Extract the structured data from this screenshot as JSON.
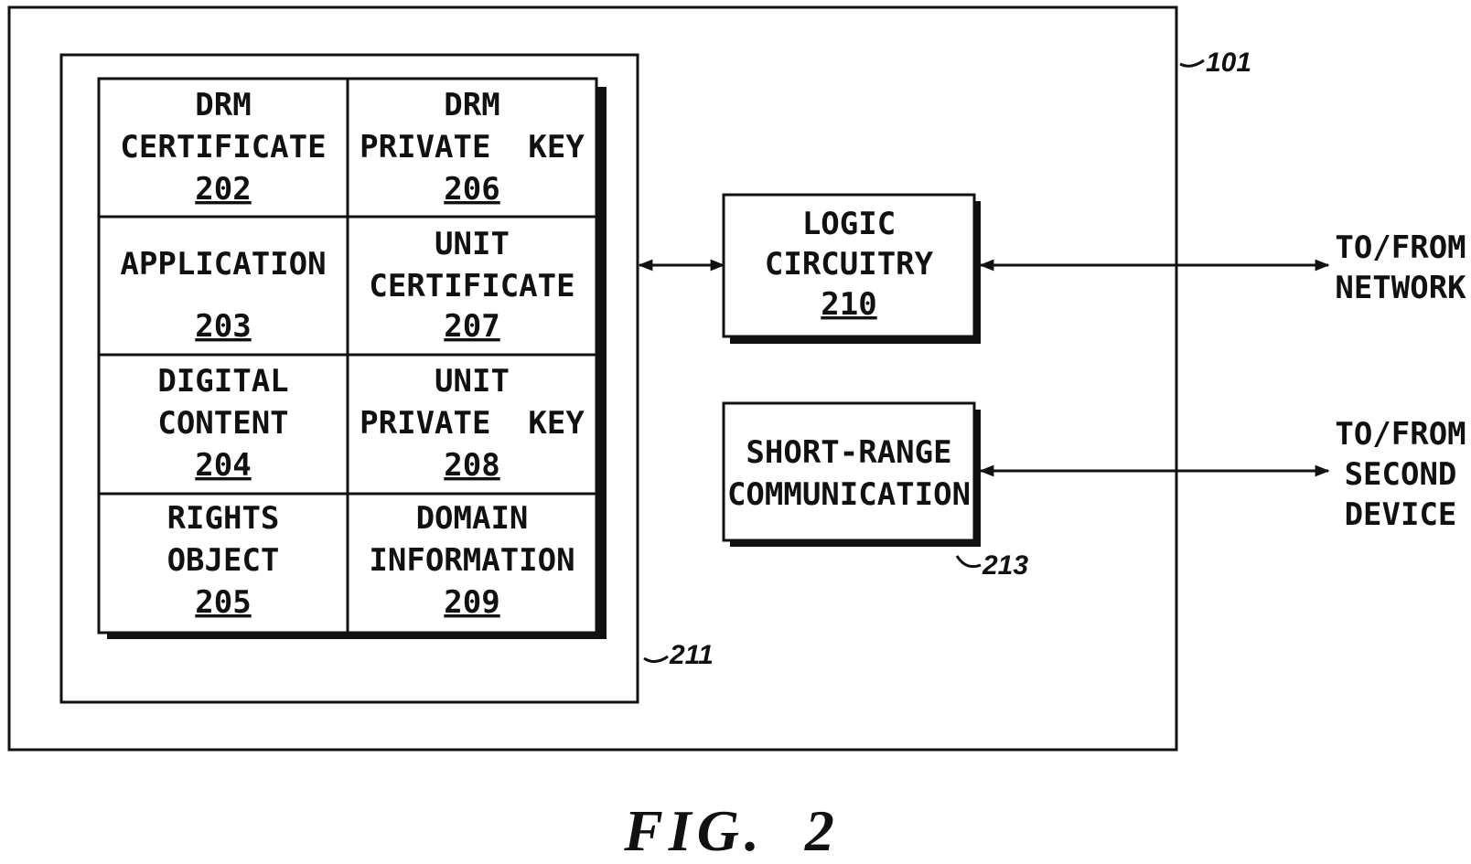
{
  "device": {
    "ref": "101"
  },
  "memory": {
    "ref": "211",
    "cells": [
      {
        "lines": [
          "DRM",
          "CERTIFICATE"
        ],
        "ref": "202"
      },
      {
        "lines": [
          "DRM",
          "PRIVATE  KEY"
        ],
        "ref": "206"
      },
      {
        "lines": [
          "APPLICATION"
        ],
        "ref": "203"
      },
      {
        "lines": [
          "UNIT",
          "CERTIFICATE"
        ],
        "ref": "207"
      },
      {
        "lines": [
          "DIGITAL",
          "CONTENT"
        ],
        "ref": "204"
      },
      {
        "lines": [
          "UNIT",
          "PRIVATE  KEY"
        ],
        "ref": "208"
      },
      {
        "lines": [
          "RIGHTS",
          "OBJECT"
        ],
        "ref": "205"
      },
      {
        "lines": [
          "DOMAIN",
          "INFORMATION"
        ],
        "ref": "209"
      }
    ]
  },
  "logic": {
    "lines": [
      "LOGIC",
      "CIRCUITRY"
    ],
    "ref": "210"
  },
  "shortrange": {
    "lines": [
      "SHORT-RANGE",
      "COMMUNICATION"
    ],
    "ref": "213"
  },
  "external": {
    "network": [
      "TO/FROM",
      "NETWORK"
    ],
    "second_device": [
      "TO/FROM",
      "SECOND",
      "DEVICE"
    ]
  },
  "figure_label": "FIG.  2"
}
